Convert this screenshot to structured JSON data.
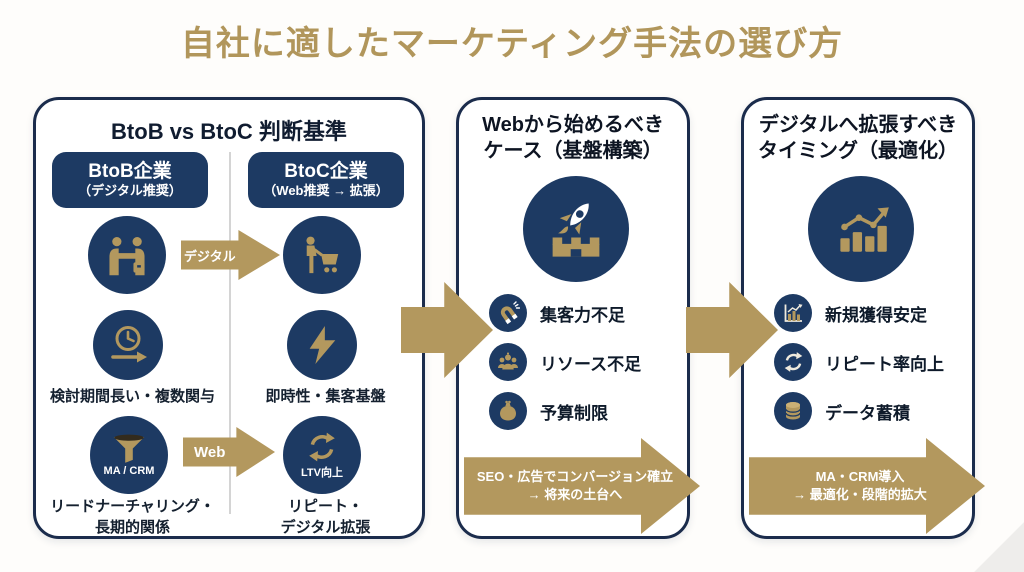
{
  "colors": {
    "navy": "#1d3a63",
    "gold": "#b3985e",
    "title_gold": "#b1965b",
    "ink": "#101c30"
  },
  "title": "自社に適したマーケティング手法の選び方",
  "panel1": {
    "title": "BtoB vs BtoC 判断基準",
    "btob": {
      "line1": "BtoB企業",
      "line2": "（デジタル推奨）"
    },
    "btoc": {
      "line1": "BtoC企業",
      "line2": "（Web推奨 → 拡張）"
    },
    "digital_arrow_label": "デジタル",
    "web_arrow_label": "Web",
    "funnel_badge": "MA / CRM",
    "ltv_badge": "LTV向上",
    "btob_point1": "検討期間長い・複数関与",
    "btoc_point1": "即時性・集客基盤",
    "btob_point2_line1": "リードナーチャリング・",
    "btob_point2_line2": "長期的関係",
    "btoc_point2_line1": "リピート・",
    "btoc_point2_line2": "デジタル拡張",
    "icons": [
      "handshake-icon",
      "cart-icon",
      "clock-arrow-icon",
      "lightning-icon",
      "funnel-icon",
      "cycle-icon"
    ]
  },
  "panel2": {
    "title_line1": "Webから始めるべき",
    "title_line2": "ケース（基盤構築）",
    "hero_icon": "rocket-launch-icon",
    "items": [
      {
        "icon": "magnet-icon",
        "label": "集客力不足"
      },
      {
        "icon": "people-icon",
        "label": "リソース不足"
      },
      {
        "icon": "purse-icon",
        "label": "予算制限"
      }
    ],
    "arrow_line1": "SEO・広告でコンバージョン確立",
    "arrow_line2": "→ 将来の土台へ"
  },
  "panel3": {
    "title_line1": "デジタルへ拡張すべき",
    "title_line2": "タイミング（最適化）",
    "hero_icon": "growth-chart-icon",
    "items": [
      {
        "icon": "bar-chart-icon",
        "label": "新規獲得安定"
      },
      {
        "icon": "cycle-icon",
        "label": "リピート率向上"
      },
      {
        "icon": "database-icon",
        "label": "データ蓄積"
      }
    ],
    "arrow_line1": "MA・CRM導入",
    "arrow_line2": "→ 最適化・段階的拡大"
  }
}
